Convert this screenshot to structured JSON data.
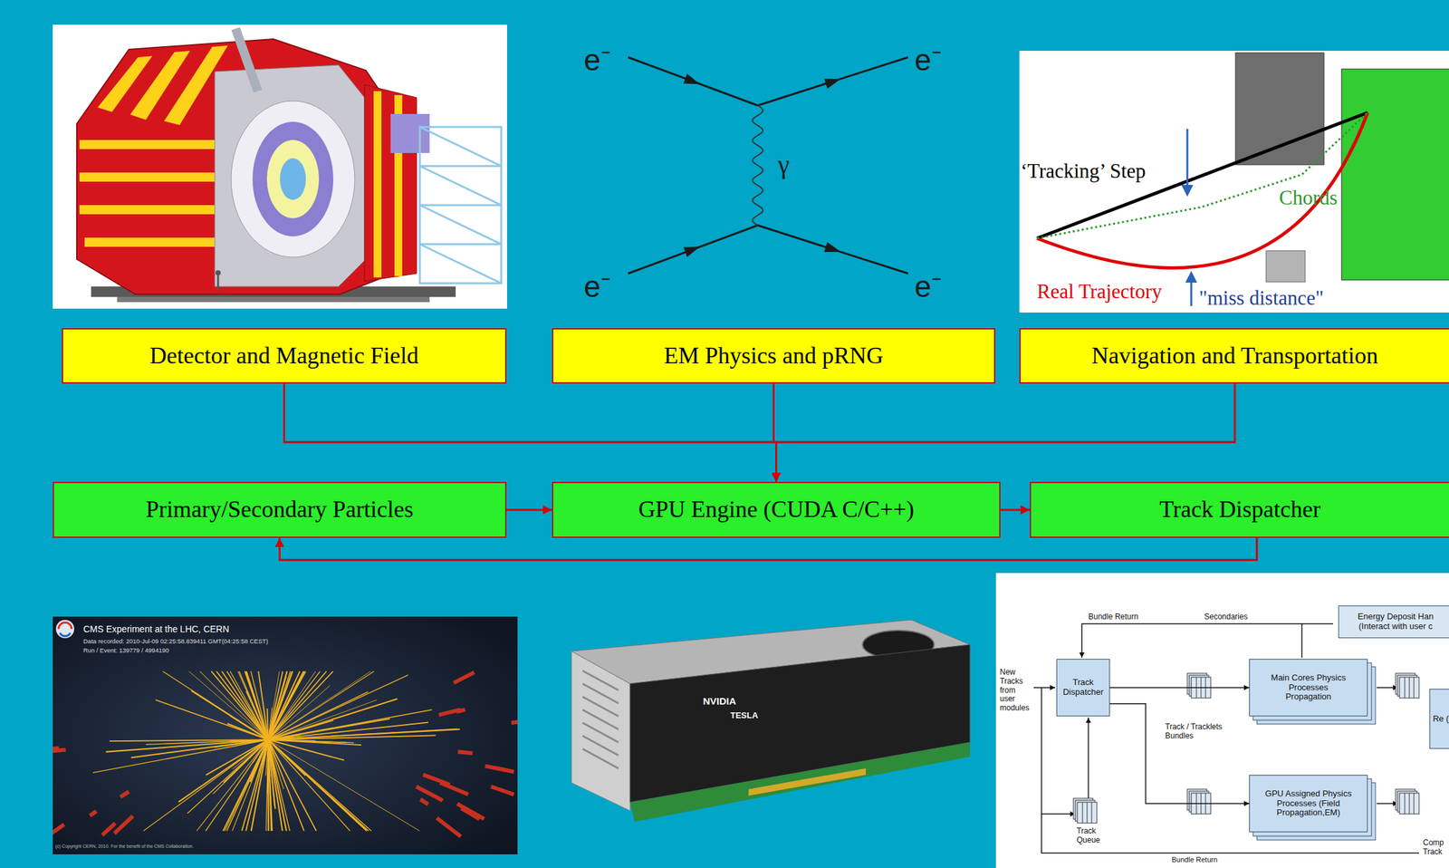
{
  "diagram": {
    "nodes": [
      {
        "text": [
          "Detector and Magnetic Field"
        ]
      },
      {
        "text": [
          "EM Physics and pRNG"
        ]
      },
      {
        "text": [
          "Navigation and Transportation"
        ]
      },
      {
        "text": [
          "Primary/Secondary Particles"
        ]
      },
      {
        "text": [
          "GPU Engine (CUDA C/C++)"
        ]
      },
      {
        "text": [
          "Track Dispatcher"
        ]
      },
      {
        "text": [
          "Energy Deposit Han (Interact with user c"
        ]
      },
      {
        "text": [
          "Track Dispatcher"
        ]
      },
      {
        "text": [
          "Main Cores Physics Processes Propagation"
        ]
      },
      {
        "text": [
          "GPU Assigned Physics Processes (Field Propagation,EM)"
        ]
      },
      {
        "text": [
          "Re ("
        ]
      }
    ],
    "edges": [
      {
        "from": 0,
        "to": 4,
        "arrow": "to"
      },
      {
        "from": 1,
        "to": 4,
        "arrow": "to"
      },
      {
        "from": 2,
        "to": 4,
        "arrow": "to"
      },
      {
        "from": 3,
        "to": 4,
        "arrow": "to"
      },
      {
        "from": 4,
        "to": 5,
        "arrow": "to"
      },
      {
        "from": 5,
        "to": 3,
        "arrow": "to"
      },
      {
        "from": 7,
        "to": 8,
        "arrow": "to"
      },
      {
        "from": 7,
        "to": 9,
        "arrow": "to"
      }
    ],
    "labels": [
      "e⁻",
      "e⁻",
      "γ",
      "e⁻",
      "e⁻",
      "‘Tracking’ Step",
      "Chords",
      "Real Trajectory",
      "\"miss distance\"",
      "CMS Experiment at the LHC, CERN",
      "Data recorded: 2010-Jul-09 02:25:58.839411 GMT(04:25:58 CEST)",
      "Run / Event: 139779 / 4994190",
      "(c) Copyright CERN, 2010. For the benefit of the CMS Collaboration.",
      "NVIDIA",
      "TESLA",
      "Bundle Return",
      "Secondaries",
      "New Tracks from user modules",
      "Track / Tracklets Bundles",
      "Track Queue",
      "Comp Track",
      "Bundle Return"
    ]
  }
}
